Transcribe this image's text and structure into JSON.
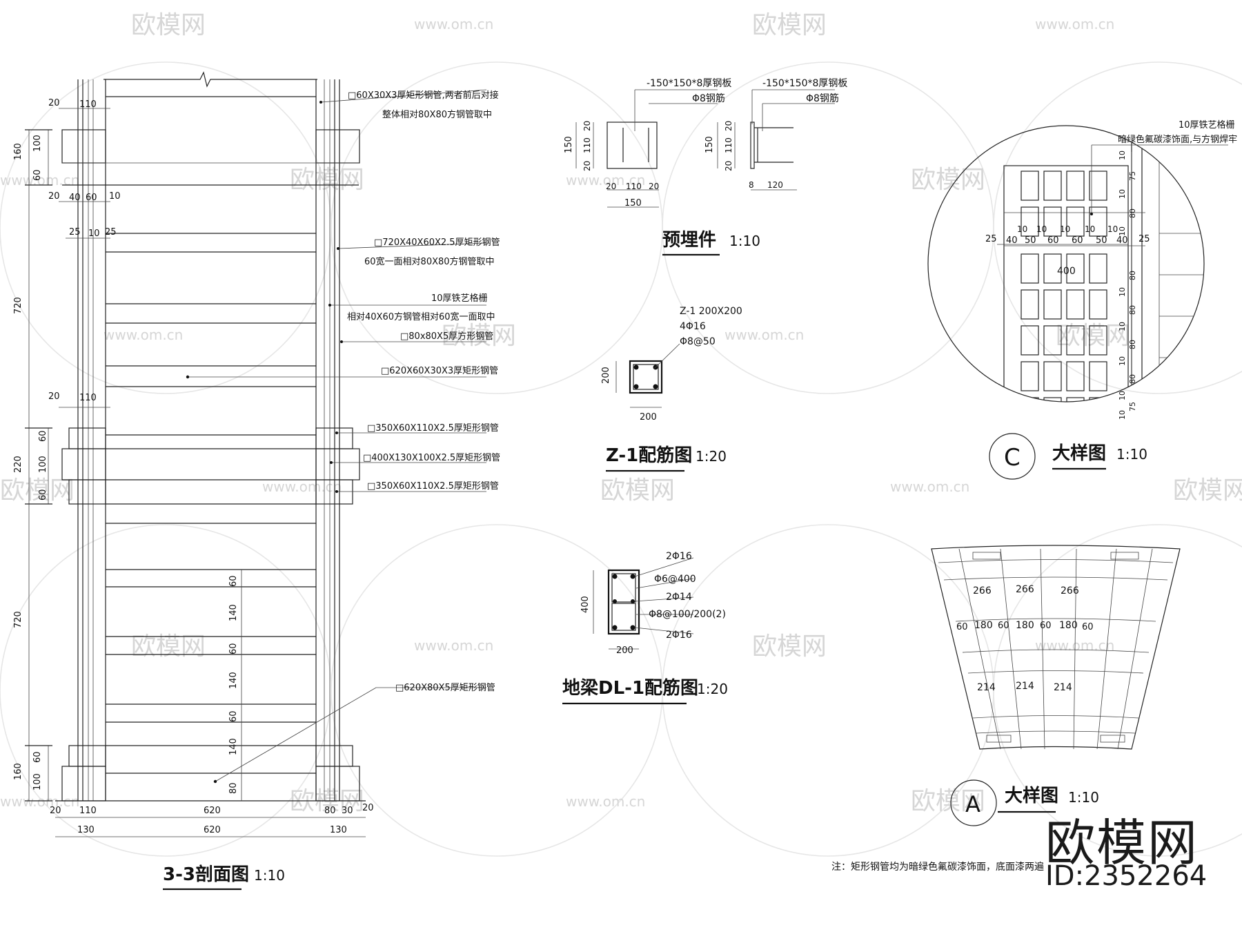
{
  "watermark": {
    "logo": "欧模网",
    "url": "www.om.cn"
  },
  "brand": {
    "name": "欧模网",
    "id": "ID:2352264"
  },
  "section_33": {
    "title": "3-3剖面图",
    "scale": "1:10",
    "callouts": [
      "□60X30X3厚矩形钢管,两者前后对接",
      "整体相对80X80方钢管取中",
      "□720X40X60X2.5厚矩形钢管",
      "60宽一面相对80X80方钢管取中",
      "10厚铁艺格栅",
      "相对40X60方钢管相对60宽一面取中",
      "□80x80X5厚方形钢管",
      "□620X60X30X3厚矩形钢管",
      "□350X60X110X2.5厚矩形钢管",
      "□400X130X100X2.5厚矩形钢管",
      "□350X60X110X2.5厚矩形钢管",
      "□620X80X5厚矩形钢管"
    ],
    "dims_left": [
      "160",
      "100",
      "60",
      "720",
      "220",
      "60",
      "100",
      "60",
      "720",
      "160",
      "60",
      "100"
    ],
    "dims_top": [
      "20",
      "110",
      "20",
      "40",
      "60",
      "10",
      "25",
      "10",
      "25",
      "20",
      "110"
    ],
    "dims_rows": [
      "60",
      "140",
      "60",
      "140",
      "60",
      "140",
      "80"
    ],
    "dims_bottom_1": [
      "20",
      "110",
      "620",
      "80",
      "30",
      "20"
    ],
    "dims_bottom_2": [
      "130",
      "620",
      "130"
    ]
  },
  "embed": {
    "title": "预埋件",
    "scale": "1:10",
    "plate_label": "-150*150*8厚钢板",
    "bar_label": "Φ8钢筋",
    "dims_a": [
      "150",
      "20",
      "110",
      "20",
      "20",
      "110",
      "20",
      "150"
    ],
    "dims_b": [
      "150",
      "20",
      "110",
      "20",
      "8",
      "120"
    ]
  },
  "z1": {
    "title": "Z-1配筋图",
    "scale": "1:20",
    "spec_lines": [
      "Z-1 200X200",
      "4Φ16",
      "Φ8@50"
    ],
    "dim_side": "200",
    "dim_bottom": "200"
  },
  "dl1": {
    "title": "地梁DL-1配筋图",
    "scale": "1:20",
    "labels": [
      "2Φ16",
      "Φ6@400",
      "2Φ14",
      "Φ8@100/200(2)",
      "2Φ16"
    ],
    "dim_side": "400",
    "dim_bottom": "200"
  },
  "detail_c": {
    "marker": "C",
    "title": "大样图",
    "scale": "1:10",
    "note_1": "10厚铁艺格栅",
    "note_2": "暗绿色氟碳漆饰面,与方钢焊牢",
    "dims_h": [
      "25",
      "40",
      "10",
      "50",
      "10",
      "60",
      "10",
      "60",
      "10",
      "50",
      "10",
      "40",
      "25"
    ],
    "dim_total": "400",
    "dims_v": [
      "10",
      "75",
      "10",
      "80",
      "10",
      "80",
      "10",
      "80",
      "10",
      "80",
      "10",
      "80",
      "10",
      "75",
      "10"
    ]
  },
  "detail_a": {
    "marker": "A",
    "title": "大样图",
    "scale": "1:10",
    "dims_top": [
      "266",
      "266",
      "266"
    ],
    "dims_mid": [
      "60",
      "180",
      "60",
      "180",
      "60",
      "180",
      "60"
    ],
    "dims_bot": [
      "214",
      "214",
      "214"
    ]
  },
  "note": "注：矩形钢管均为暗绿色氟碳漆饰面，底面漆两遍"
}
